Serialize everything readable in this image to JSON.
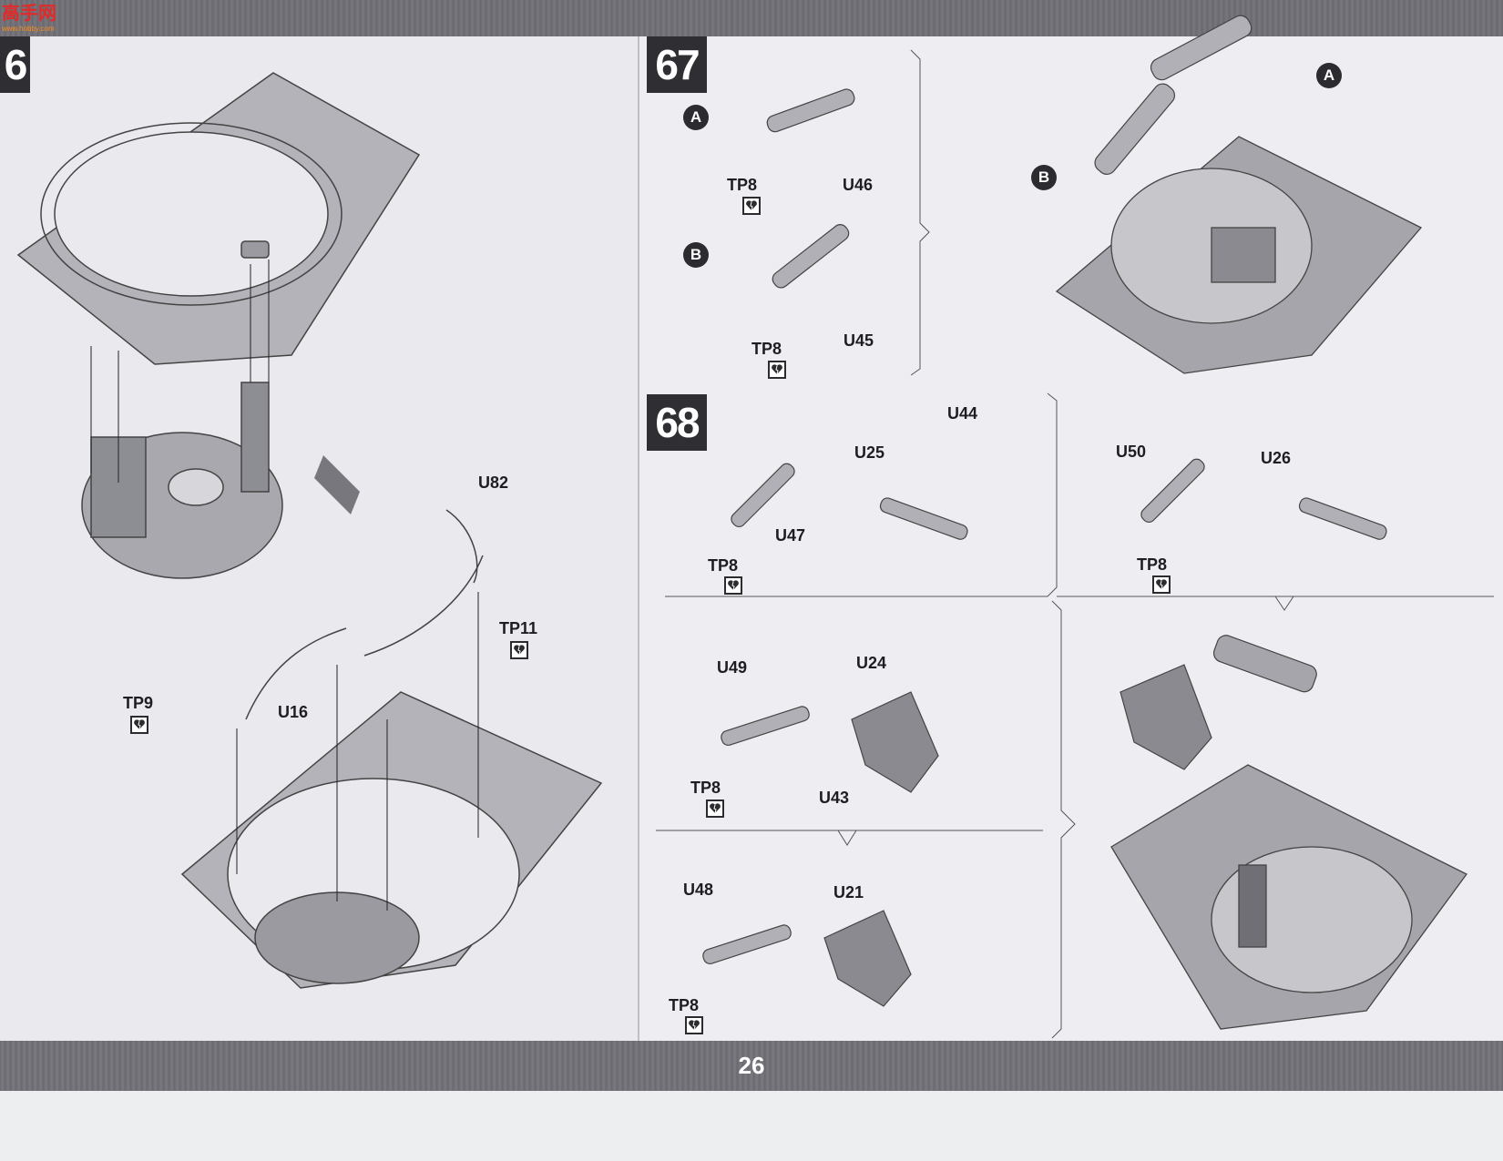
{
  "header": {
    "watermark_text": "高手网",
    "watermark_sub": "www.hobby.com"
  },
  "page_number": "26",
  "steps": {
    "s66": {
      "number": "6"
    },
    "s67": {
      "number": "67"
    },
    "s68": {
      "number": "68"
    }
  },
  "labels": {
    "u82": "U82",
    "tp11": "TP11",
    "tp9": "TP9",
    "u16": "U16",
    "A": "A",
    "B": "B",
    "tp8": "TP8",
    "u46": "U46",
    "u45": "U45",
    "u44": "U44",
    "u25": "U25",
    "u47": "U47",
    "u50": "U50",
    "u26": "U26",
    "u49": "U49",
    "u24": "U24",
    "u43": "U43",
    "u48": "U48",
    "u21": "U21"
  },
  "icons": {
    "glue": "broken-heart-glue-icon",
    "circle_marker": "circle-letter-marker"
  }
}
